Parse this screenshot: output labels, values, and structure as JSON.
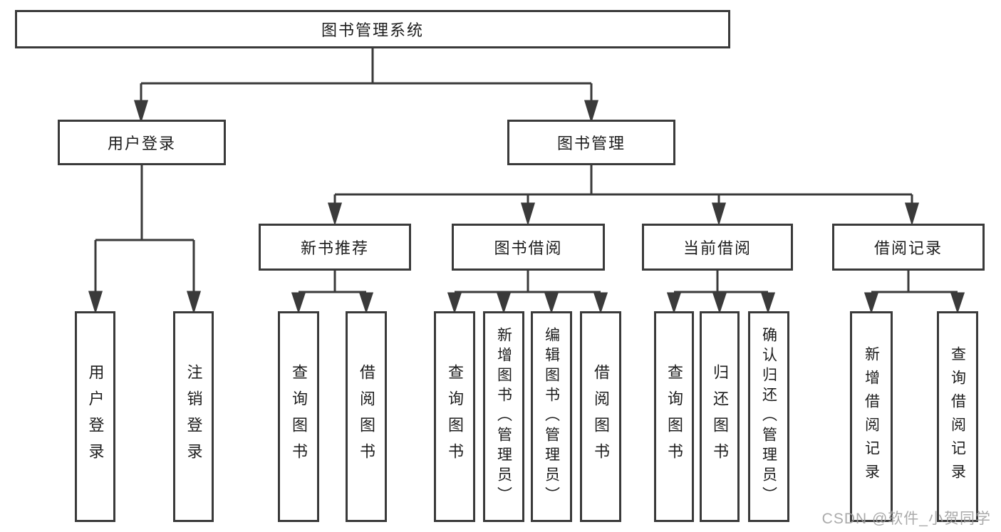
{
  "colors": {
    "line": "#3a3a3a",
    "box_border": "#3a3a3a",
    "text": "#1d1d1d",
    "background": "#ffffff",
    "watermark": "#9e9e9e"
  },
  "root": {
    "label": "图书管理系统"
  },
  "level2": {
    "user_login": {
      "label": "用户登录"
    },
    "book_mgmt": {
      "label": "图书管理"
    }
  },
  "level3": {
    "new_book": {
      "label": "新书推荐"
    },
    "book_borrow": {
      "label": "图书借阅"
    },
    "current_borrow": {
      "label": "当前借阅"
    },
    "borrow_record": {
      "label": "借阅记录"
    }
  },
  "leaves": {
    "login": {
      "label": "用户登录"
    },
    "logout": {
      "label": "注销登录"
    },
    "nb_query": {
      "label": "查询图书"
    },
    "nb_borrow": {
      "label": "借阅图书"
    },
    "bb_query": {
      "label": "查询图书"
    },
    "bb_add": {
      "label": "新增图书（管理员）"
    },
    "bb_edit": {
      "label": "编辑图书（管理员）"
    },
    "bb_borrow": {
      "label": "借阅图书"
    },
    "cb_query": {
      "label": "查询图书"
    },
    "cb_return": {
      "label": "归还图书"
    },
    "cb_confirm": {
      "label": "确认归还（管理员）"
    },
    "br_add": {
      "label": "新增借阅记录"
    },
    "br_query": {
      "label": "查询借阅记录"
    }
  },
  "watermark": {
    "text": "CSDN @软件_小贺同学"
  }
}
